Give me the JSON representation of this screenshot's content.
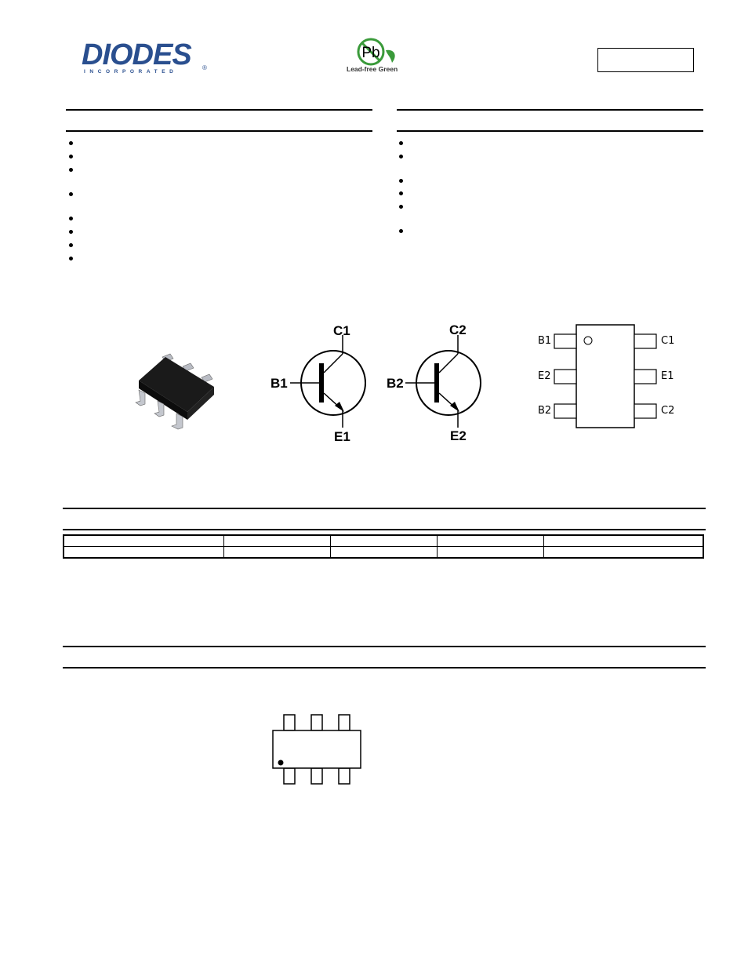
{
  "header": {
    "logo": {
      "brand": "DIODES",
      "sub": "INCORPORATED",
      "reg": "®"
    },
    "badge": {
      "symbol": "Pb",
      "caption": "Lead-free Green"
    },
    "part_number": ""
  },
  "features": {
    "bullet_count": 8
  },
  "mechanical": {
    "bullet_count": 6
  },
  "transistor_1": {
    "collector": "C1",
    "base": "B1",
    "emitter": "E1"
  },
  "transistor_2": {
    "collector": "C2",
    "base": "B2",
    "emitter": "E2"
  },
  "pinout": {
    "left": [
      "B1",
      "E2",
      "B2"
    ],
    "right": [
      "C1",
      "E1",
      "C2"
    ]
  },
  "ordering_table": {
    "rows": 2,
    "columns": 5
  },
  "colors": {
    "brand_blue": "#2a4f8f",
    "leaf_green": "#3a9a3a"
  }
}
